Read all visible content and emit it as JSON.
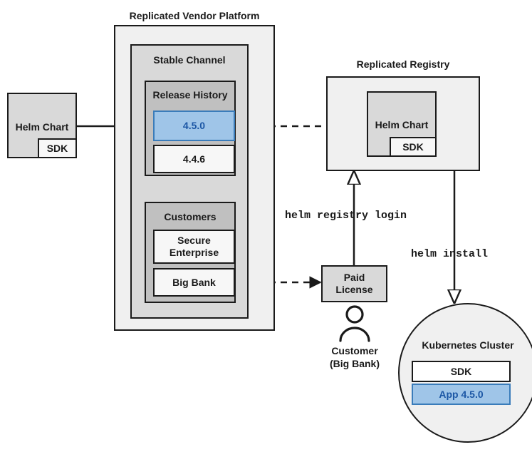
{
  "diagram": {
    "title_platform": "Replicated Vendor Platform",
    "title_registry": "Replicated Registry",
    "colors": {
      "accent_blue_fill": "#9fc5e8",
      "accent_blue_border": "#3a7cba",
      "accent_blue_text": "#1c57a5",
      "outline": "#1a1a1a",
      "container_outer": "#f0f0f0",
      "container_mid": "#d9d9d9",
      "container_inner": "#c0c0c0"
    }
  },
  "source_chart": {
    "name": "Helm Chart",
    "sdk": "SDK"
  },
  "platform": {
    "label": "Replicated Vendor Platform",
    "channel": {
      "label": "Stable Channel",
      "release_history": {
        "label": "Release History",
        "releases": [
          {
            "version": "4.5.0",
            "highlighted": true
          },
          {
            "version": "4.4.6",
            "highlighted": false
          }
        ]
      },
      "customers": {
        "label": "Customers",
        "items": [
          {
            "name": "Secure Enterprise"
          },
          {
            "name": "Big Bank"
          }
        ]
      }
    }
  },
  "registry": {
    "label": "Replicated Registry",
    "chart": {
      "name": "Helm Chart",
      "sdk": "SDK"
    }
  },
  "license": {
    "label": "Paid License"
  },
  "actor": {
    "icon": "person-icon",
    "caption_line1": "Customer",
    "caption_line2": "(Big Bank)"
  },
  "cluster": {
    "label": "Kubernetes Cluster",
    "components": [
      {
        "name": "SDK",
        "highlighted": false
      },
      {
        "name": "App 4.5.0",
        "highlighted": true
      }
    ]
  },
  "commands": {
    "registry_login": "helm registry login",
    "install": "helm install"
  }
}
